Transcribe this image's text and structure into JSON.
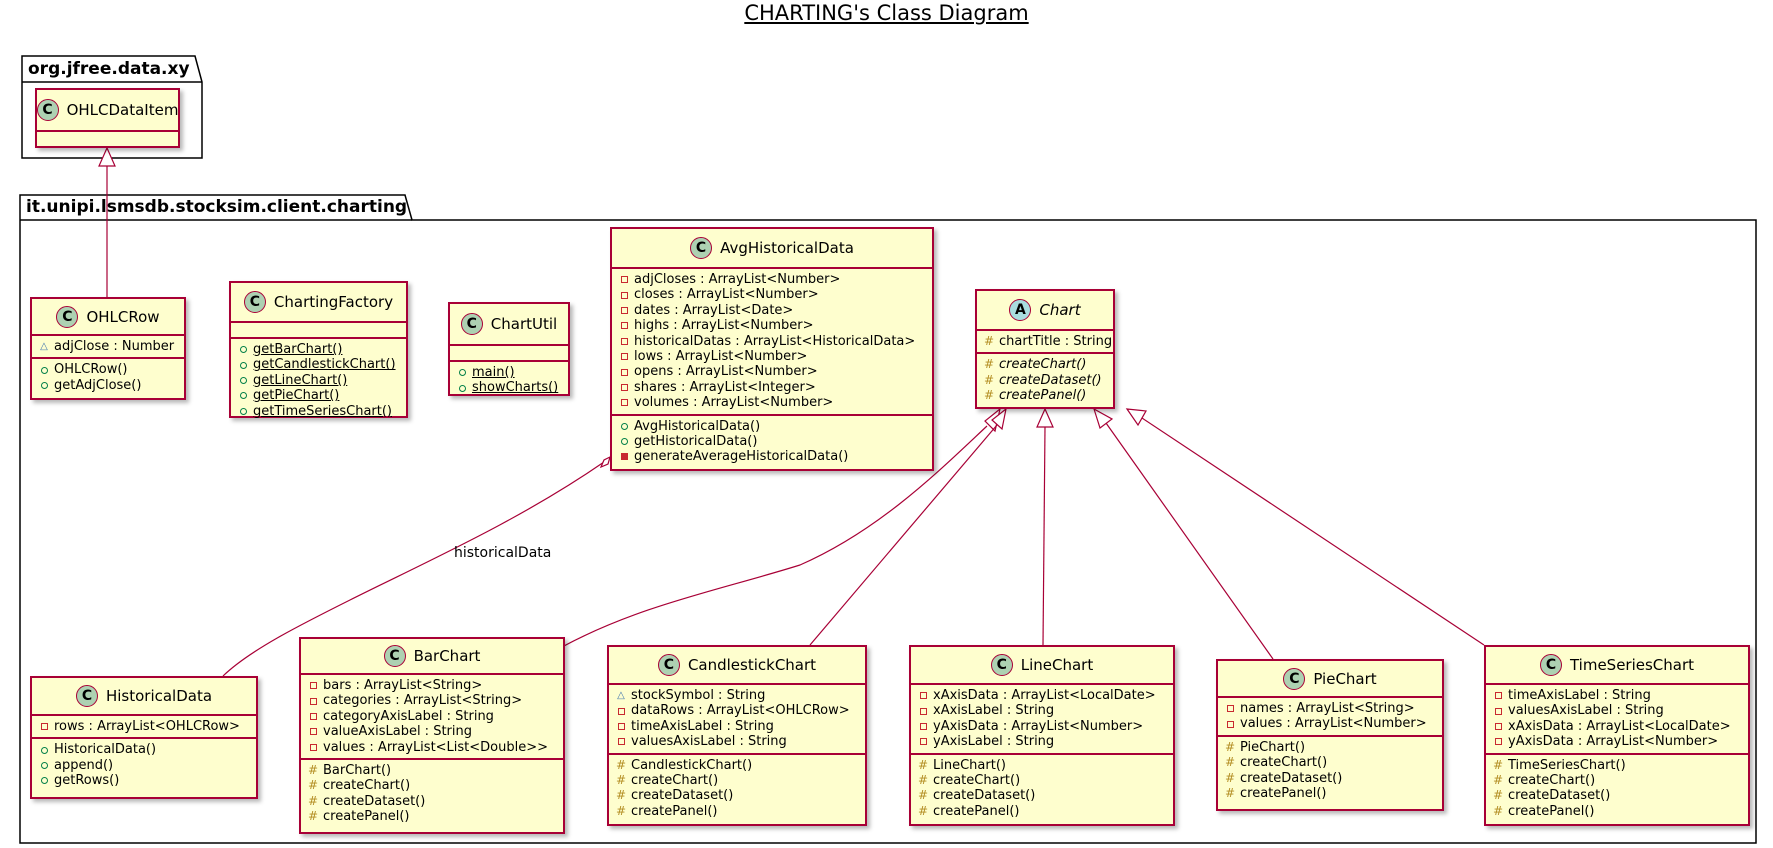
{
  "title": "CHARTING's Class Diagram",
  "packages": {
    "jfree": {
      "name": "org.jfree.data.xy"
    },
    "charting": {
      "name": "it.unipi.lsmsdb.stocksim.client.charting"
    }
  },
  "colors": {
    "border": "#A80036",
    "class_fill": "#FEFECE",
    "class_badge": "#ADD1B2",
    "abstract_badge": "#A9DCDF",
    "private": "#C82930",
    "public": "#038048",
    "protected": "#B38D22",
    "package": "#4177AF"
  },
  "classes": {
    "OHLCDataItem": {
      "badge": "C",
      "name": "OHLCDataItem",
      "fields": [],
      "methods": []
    },
    "OHLCRow": {
      "badge": "C",
      "name": "OHLCRow",
      "fields": [
        {
          "vis": "package",
          "text": "adjClose : Number"
        }
      ],
      "methods": [
        {
          "vis": "public",
          "text": "OHLCRow()"
        },
        {
          "vis": "public",
          "text": "getAdjClose()"
        }
      ]
    },
    "ChartingFactory": {
      "badge": "C",
      "name": "ChartingFactory",
      "fields": [],
      "methods": [
        {
          "vis": "public",
          "text": "getBarChart()",
          "static": true
        },
        {
          "vis": "public",
          "text": "getCandlestickChart()",
          "static": true
        },
        {
          "vis": "public",
          "text": "getLineChart()",
          "static": true
        },
        {
          "vis": "public",
          "text": "getPieChart()",
          "static": true
        },
        {
          "vis": "public",
          "text": "getTimeSeriesChart()",
          "static": true
        }
      ]
    },
    "ChartUtil": {
      "badge": "C",
      "name": "ChartUtil",
      "fields": [],
      "methods": [
        {
          "vis": "public",
          "text": "main()",
          "static": true
        },
        {
          "vis": "public",
          "text": "showCharts()",
          "static": true
        }
      ]
    },
    "AvgHistoricalData": {
      "badge": "C",
      "name": "AvgHistoricalData",
      "fields": [
        {
          "vis": "private",
          "text": "adjCloses : ArrayList<Number>"
        },
        {
          "vis": "private",
          "text": "closes : ArrayList<Number>"
        },
        {
          "vis": "private",
          "text": "dates : ArrayList<Date>"
        },
        {
          "vis": "private",
          "text": "highs : ArrayList<Number>"
        },
        {
          "vis": "private",
          "text": "historicalDatas : ArrayList<HistoricalData>"
        },
        {
          "vis": "private",
          "text": "lows : ArrayList<Number>"
        },
        {
          "vis": "private",
          "text": "opens : ArrayList<Number>"
        },
        {
          "vis": "private",
          "text": "shares : ArrayList<Integer>"
        },
        {
          "vis": "private",
          "text": "volumes : ArrayList<Number>"
        }
      ],
      "methods": [
        {
          "vis": "public",
          "text": "AvgHistoricalData()"
        },
        {
          "vis": "public",
          "text": "getHistoricalData()"
        },
        {
          "vis": "private",
          "text": "generateAverageHistoricalData()"
        }
      ]
    },
    "Chart": {
      "badge": "A",
      "name": "Chart",
      "abstract": true,
      "fields": [
        {
          "vis": "protected",
          "text": "chartTitle : String"
        }
      ],
      "methods": [
        {
          "vis": "protected",
          "text": "createChart()",
          "abstract": true
        },
        {
          "vis": "protected",
          "text": "createDataset()",
          "abstract": true
        },
        {
          "vis": "protected",
          "text": "createPanel()",
          "abstract": true
        }
      ]
    },
    "HistoricalData": {
      "badge": "C",
      "name": "HistoricalData",
      "fields": [
        {
          "vis": "private",
          "text": "rows : ArrayList<OHLCRow>"
        }
      ],
      "methods": [
        {
          "vis": "public",
          "text": "HistoricalData()"
        },
        {
          "vis": "public",
          "text": "append()"
        },
        {
          "vis": "public",
          "text": "getRows()"
        }
      ]
    },
    "BarChart": {
      "badge": "C",
      "name": "BarChart",
      "fields": [
        {
          "vis": "private",
          "text": "bars : ArrayList<String>"
        },
        {
          "vis": "private",
          "text": "categories : ArrayList<String>"
        },
        {
          "vis": "private",
          "text": "categoryAxisLabel : String"
        },
        {
          "vis": "private",
          "text": "valueAxisLabel : String"
        },
        {
          "vis": "private",
          "text": "values : ArrayList<List<Double>>"
        }
      ],
      "methods": [
        {
          "vis": "protected",
          "text": "BarChart()"
        },
        {
          "vis": "protected",
          "text": "createChart()"
        },
        {
          "vis": "protected",
          "text": "createDataset()"
        },
        {
          "vis": "protected",
          "text": "createPanel()"
        }
      ]
    },
    "CandlestickChart": {
      "badge": "C",
      "name": "CandlestickChart",
      "fields": [
        {
          "vis": "package",
          "text": "stockSymbol : String"
        },
        {
          "vis": "private",
          "text": "dataRows : ArrayList<OHLCRow>"
        },
        {
          "vis": "private",
          "text": "timeAxisLabel : String"
        },
        {
          "vis": "private",
          "text": "valuesAxisLabel : String"
        }
      ],
      "methods": [
        {
          "vis": "protected",
          "text": "CandlestickChart()"
        },
        {
          "vis": "protected",
          "text": "createChart()"
        },
        {
          "vis": "protected",
          "text": "createDataset()"
        },
        {
          "vis": "protected",
          "text": "createPanel()"
        }
      ]
    },
    "LineChart": {
      "badge": "C",
      "name": "LineChart",
      "fields": [
        {
          "vis": "private",
          "text": "xAxisData : ArrayList<LocalDate>"
        },
        {
          "vis": "private",
          "text": "xAxisLabel : String"
        },
        {
          "vis": "private",
          "text": "yAxisData : ArrayList<Number>"
        },
        {
          "vis": "private",
          "text": "yAxisLabel : String"
        }
      ],
      "methods": [
        {
          "vis": "protected",
          "text": "LineChart()"
        },
        {
          "vis": "protected",
          "text": "createChart()"
        },
        {
          "vis": "protected",
          "text": "createDataset()"
        },
        {
          "vis": "protected",
          "text": "createPanel()"
        }
      ]
    },
    "PieChart": {
      "badge": "C",
      "name": "PieChart",
      "fields": [
        {
          "vis": "private",
          "text": "names : ArrayList<String>"
        },
        {
          "vis": "private",
          "text": "values : ArrayList<Number>"
        }
      ],
      "methods": [
        {
          "vis": "protected",
          "text": "PieChart()"
        },
        {
          "vis": "protected",
          "text": "createChart()"
        },
        {
          "vis": "protected",
          "text": "createDataset()"
        },
        {
          "vis": "protected",
          "text": "createPanel()"
        }
      ]
    },
    "TimeSeriesChart": {
      "badge": "C",
      "name": "TimeSeriesChart",
      "fields": [
        {
          "vis": "private",
          "text": "timeAxisLabel : String"
        },
        {
          "vis": "private",
          "text": "valuesAxisLabel : String"
        },
        {
          "vis": "private",
          "text": "xAxisData : ArrayList<LocalDate>"
        },
        {
          "vis": "private",
          "text": "yAxisData : ArrayList<Number>"
        }
      ],
      "methods": [
        {
          "vis": "protected",
          "text": "TimeSeriesChart()"
        },
        {
          "vis": "protected",
          "text": "createChart()"
        },
        {
          "vis": "protected",
          "text": "createDataset()"
        },
        {
          "vis": "protected",
          "text": "createPanel()"
        }
      ]
    }
  },
  "relations": [
    {
      "type": "inheritance",
      "from": "OHLCRow",
      "to": "OHLCDataItem"
    },
    {
      "type": "inheritance",
      "from": "BarChart",
      "to": "Chart"
    },
    {
      "type": "inheritance",
      "from": "CandlestickChart",
      "to": "Chart"
    },
    {
      "type": "inheritance",
      "from": "LineChart",
      "to": "Chart"
    },
    {
      "type": "inheritance",
      "from": "PieChart",
      "to": "Chart"
    },
    {
      "type": "inheritance",
      "from": "TimeSeriesChart",
      "to": "Chart"
    },
    {
      "type": "aggregation",
      "from": "AvgHistoricalData",
      "to": "HistoricalData",
      "label": "historicalData"
    }
  ]
}
